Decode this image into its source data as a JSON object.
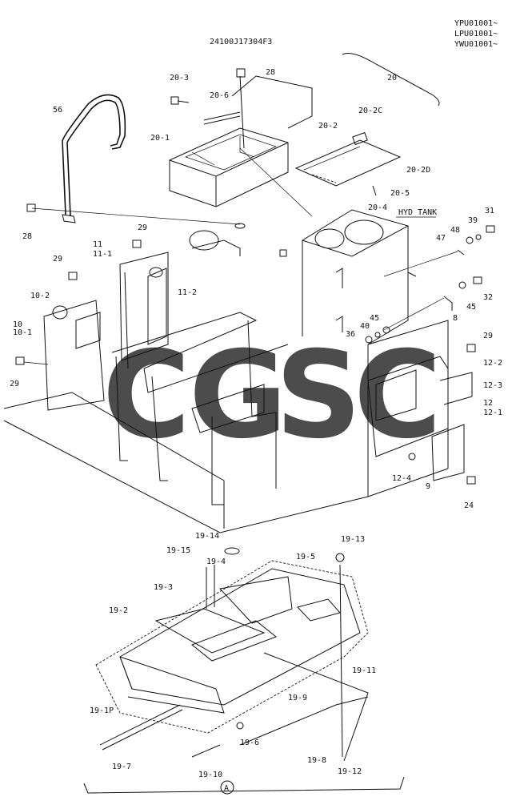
{
  "header": {
    "drawing_no": "24100J17304F3",
    "serials": [
      "YPU01001~",
      "LPU01001~",
      "YWU01001~"
    ],
    "hyd_tank": "HYD TANK"
  },
  "watermark": {
    "letters": [
      {
        "char": "C",
        "color": "#3b82f6"
      },
      {
        "char": "G",
        "color": "#ef4444"
      },
      {
        "char": "S",
        "color": "#facc15"
      },
      {
        "char": "C",
        "color": "#16a34a"
      }
    ]
  },
  "callouts": {
    "c20": "20",
    "c20_1": "20-1",
    "c20_2": "20-2",
    "c20_2c": "20-2C",
    "c20_2d": "20-2D",
    "c20_3": "20-3",
    "c20_4": "20-4",
    "c20_5": "20-5",
    "c20_6": "20-6",
    "c28a": "28",
    "c28b": "28",
    "c56": "56",
    "c29a": "29",
    "c29b": "29",
    "c29c": "29",
    "c29d": "29",
    "c11": "11",
    "c11_1": "11-1",
    "c11_2": "11-2",
    "c10": "10",
    "c10_1": "10-1",
    "c10_2": "10-2",
    "c31": "31",
    "c39": "39",
    "c48": "48",
    "c47": "47",
    "c32": "32",
    "c45a": "45",
    "c45b": "45",
    "c8": "8",
    "c40": "40",
    "c36": "36",
    "c12": "12",
    "c12_1": "12-1",
    "c12_2": "12-2",
    "c12_3": "12-3",
    "c12_4": "12-4",
    "c9": "9",
    "c24": "24",
    "c19_1p": "19-1P",
    "c19_2": "19-2",
    "c19_3": "19-3",
    "c19_4": "19-4",
    "c19_5": "19-5",
    "c19_6": "19-6",
    "c19_7": "19-7",
    "c19_8": "19-8",
    "c19_9": "19-9",
    "c19_10": "19-10",
    "c19_11": "19-11",
    "c19_12": "19-12",
    "c19_13": "19-13",
    "c19_14": "19-14",
    "c19_15": "19-15",
    "view_a": "A"
  }
}
